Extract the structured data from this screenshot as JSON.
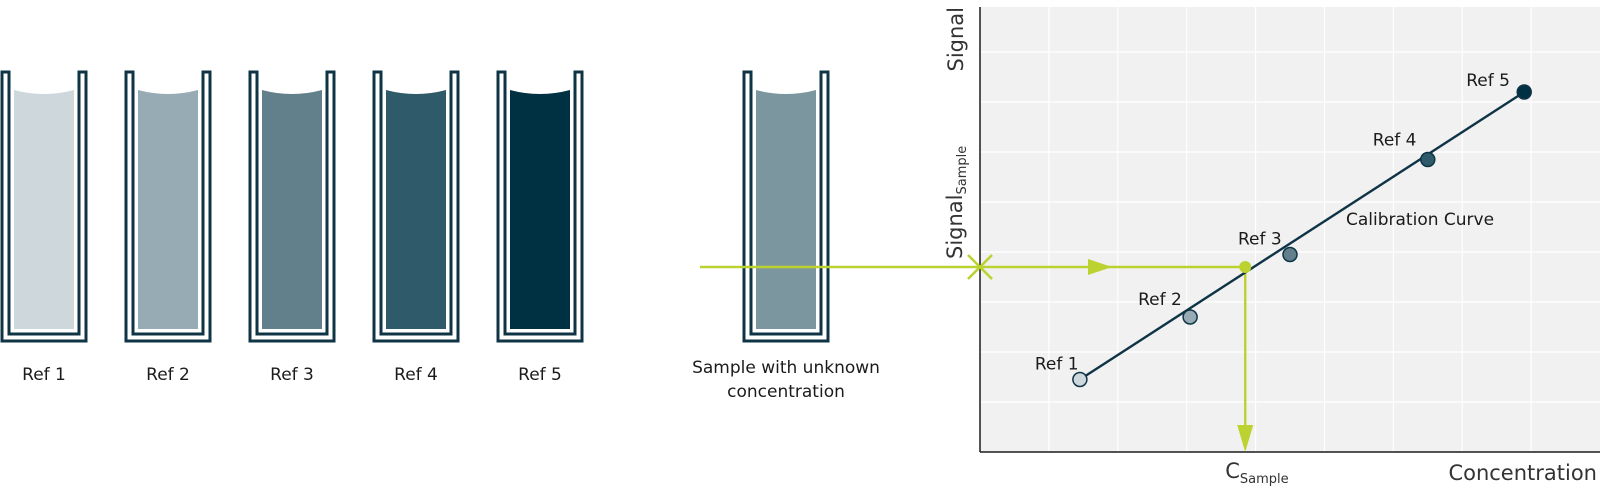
{
  "references": [
    {
      "label": "Ref 1",
      "color": "#ced8dc"
    },
    {
      "label": "Ref 2",
      "color": "#97abb4"
    },
    {
      "label": "Ref 3",
      "color": "#62808b"
    },
    {
      "label": "Ref 4",
      "color": "#2f5a6a"
    },
    {
      "label": "Ref 5",
      "color": "#003142"
    }
  ],
  "sample": {
    "label_line1": "Sample with unknown",
    "label_line2": "concentration",
    "color": "#7c969f"
  },
  "colors": {
    "cuvette_outline": "#0f3446",
    "highlight": "#bcd230",
    "plot_background": "#f1f1f1",
    "grid": "#ffffff",
    "axis": "#1b1b1b",
    "curve": "#0f3446"
  },
  "chart_data": {
    "type": "scatter",
    "xlabel": "Concentration",
    "ylabel": "Signal",
    "curve_label": "Calibration Curve",
    "sample_y_label": {
      "main": "Signal",
      "sub": "Sample"
    },
    "sample_x_label": {
      "main": "C",
      "sub": "Sample"
    },
    "points": [
      {
        "label": "Ref 1",
        "x": 1.45,
        "y": 1.45,
        "color": "#ced8dc"
      },
      {
        "label": "Ref 2",
        "x": 3.05,
        "y": 2.7,
        "color": "#97abb4"
      },
      {
        "label": "Ref 3",
        "x": 4.5,
        "y": 3.95,
        "color": "#62808b"
      },
      {
        "label": "Ref 4",
        "x": 6.5,
        "y": 5.85,
        "color": "#2f5a6a"
      },
      {
        "label": "Ref 5",
        "x": 7.9,
        "y": 7.2,
        "color": "#003142"
      }
    ],
    "curve": {
      "x_start": 1.45,
      "x_end": 7.9
    },
    "sample_point": {
      "x": 3.85,
      "y": 3.7
    },
    "xlim": [
      0,
      9
    ],
    "ylim": [
      0,
      8.9
    ],
    "grid": true
  }
}
